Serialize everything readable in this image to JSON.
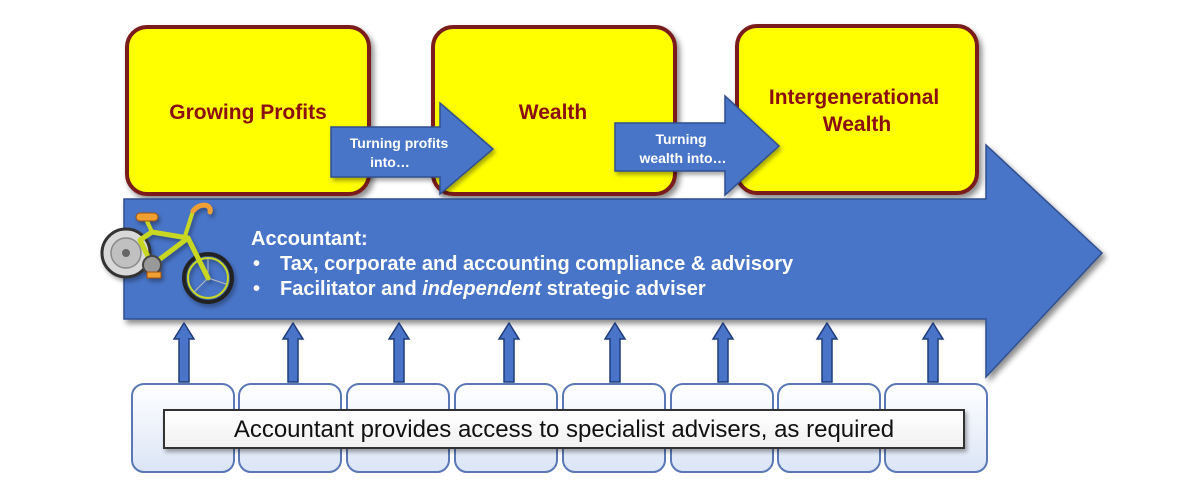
{
  "goals": [
    {
      "lines": [
        "Growing Profits"
      ]
    },
    {
      "lines": [
        "Wealth"
      ]
    },
    {
      "lines": [
        "Intergenerational",
        "Wealth"
      ]
    }
  ],
  "steps": [
    {
      "lines": [
        "Turning profits",
        "into…"
      ]
    },
    {
      "lines": [
        "Turning",
        "wealth into…"
      ]
    }
  ],
  "accountant": {
    "title": "Accountant:",
    "bullet_char": "•",
    "bullet1": "Tax, corporate and accounting compliance & advisory",
    "bullet2_pre": "Facilitator and ",
    "bullet2_emph": "independent",
    "bullet2_post": " strategic adviser"
  },
  "advisers_label": "Accountant provides access to specialist advisers, as required",
  "colors": {
    "goal_fill": "#ffff00",
    "goal_border": "#7a1a1a",
    "goal_text": "#8a1010",
    "arrow_fill": "#4a74c8",
    "arrow_stroke": "#2f4f8f",
    "tile_fill": "#e6eefa",
    "tile_border": "#5a78b6"
  },
  "icons": {
    "bicycle": "bicycle-icon"
  }
}
